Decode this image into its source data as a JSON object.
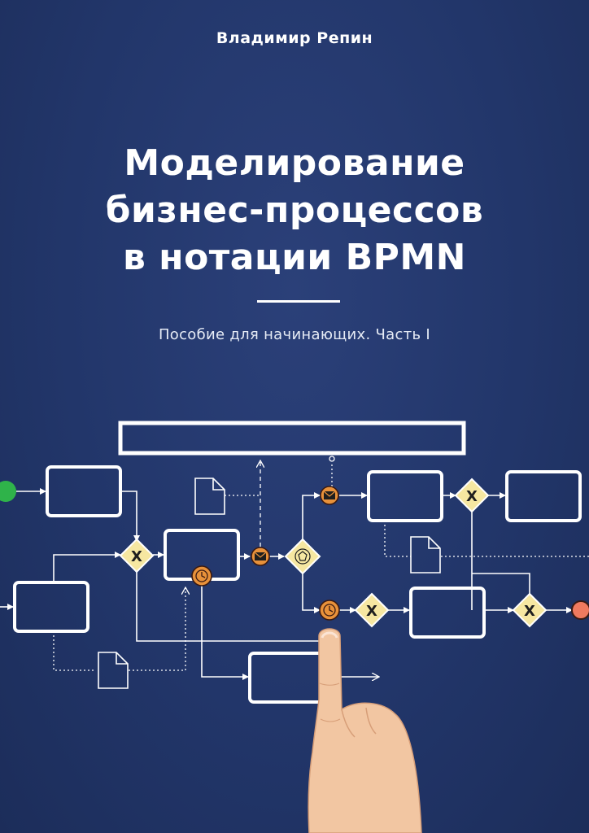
{
  "author": "Владимир Репин",
  "title_lines": [
    "Моделирование",
    "бизнес-процессов",
    "в нотации BPMN"
  ],
  "subtitle": "Пособие для начинающих. Часть I",
  "gateway_label": "X",
  "colors": {
    "background": "#223566",
    "line": "#ffffff",
    "gateway_fill": "#f6e7a1",
    "event_fill": "#e8913a",
    "start_event": "#2fb34a",
    "end_event": "#f07a5f",
    "hand": "#f2c6a2"
  },
  "icons": [
    "start-event-icon",
    "end-event-icon",
    "exclusive-gateway-icon",
    "event-gateway-icon",
    "timer-event-icon",
    "message-event-icon",
    "document-icon",
    "pointing-hand"
  ]
}
